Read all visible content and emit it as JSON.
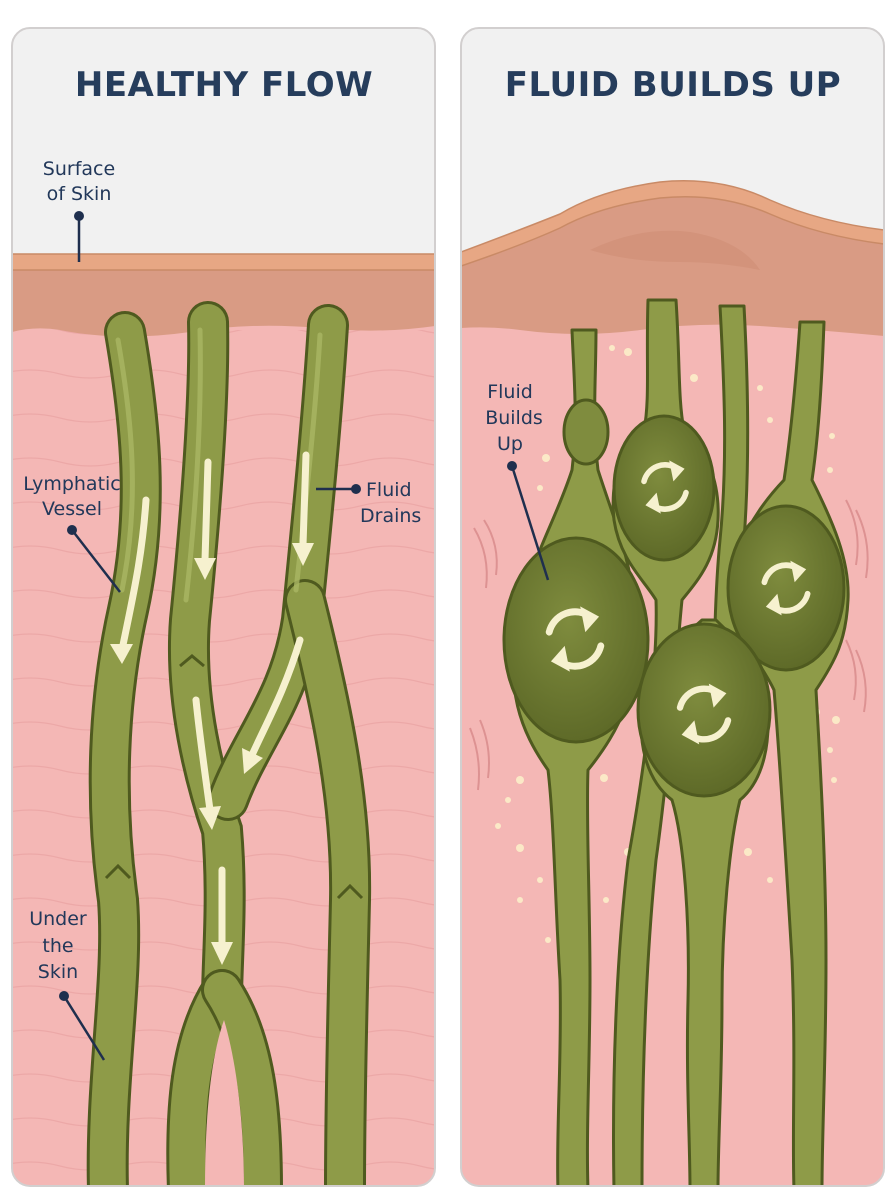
{
  "left_panel": {
    "title": "HEALTHY FLOW",
    "labels": {
      "surface_line1": "Surface",
      "surface_line2": "of Skin",
      "vessel_line1": "Lymphatic",
      "vessel_line2": "Vessel",
      "drains_line1": "Fluid",
      "drains_line2": "Drains",
      "under_line1": "Under",
      "under_line2": "the",
      "under_line3": "Skin"
    }
  },
  "right_panel": {
    "title": "FLUID BUILDS UP",
    "labels": {
      "builds_line1": "Fluid",
      "builds_line2": "Builds",
      "builds_line3": "Up"
    }
  },
  "colors": {
    "background_sky": "#f1f1f1",
    "skin_surface": "#e7a784",
    "dermis": "#d99b84",
    "tissue": "#f4b7b5",
    "vessel_fill": "#8e9b48",
    "vessel_outline": "#4f5a1f",
    "flow_arrow": "#f6f1cf",
    "text": "#22385a"
  }
}
